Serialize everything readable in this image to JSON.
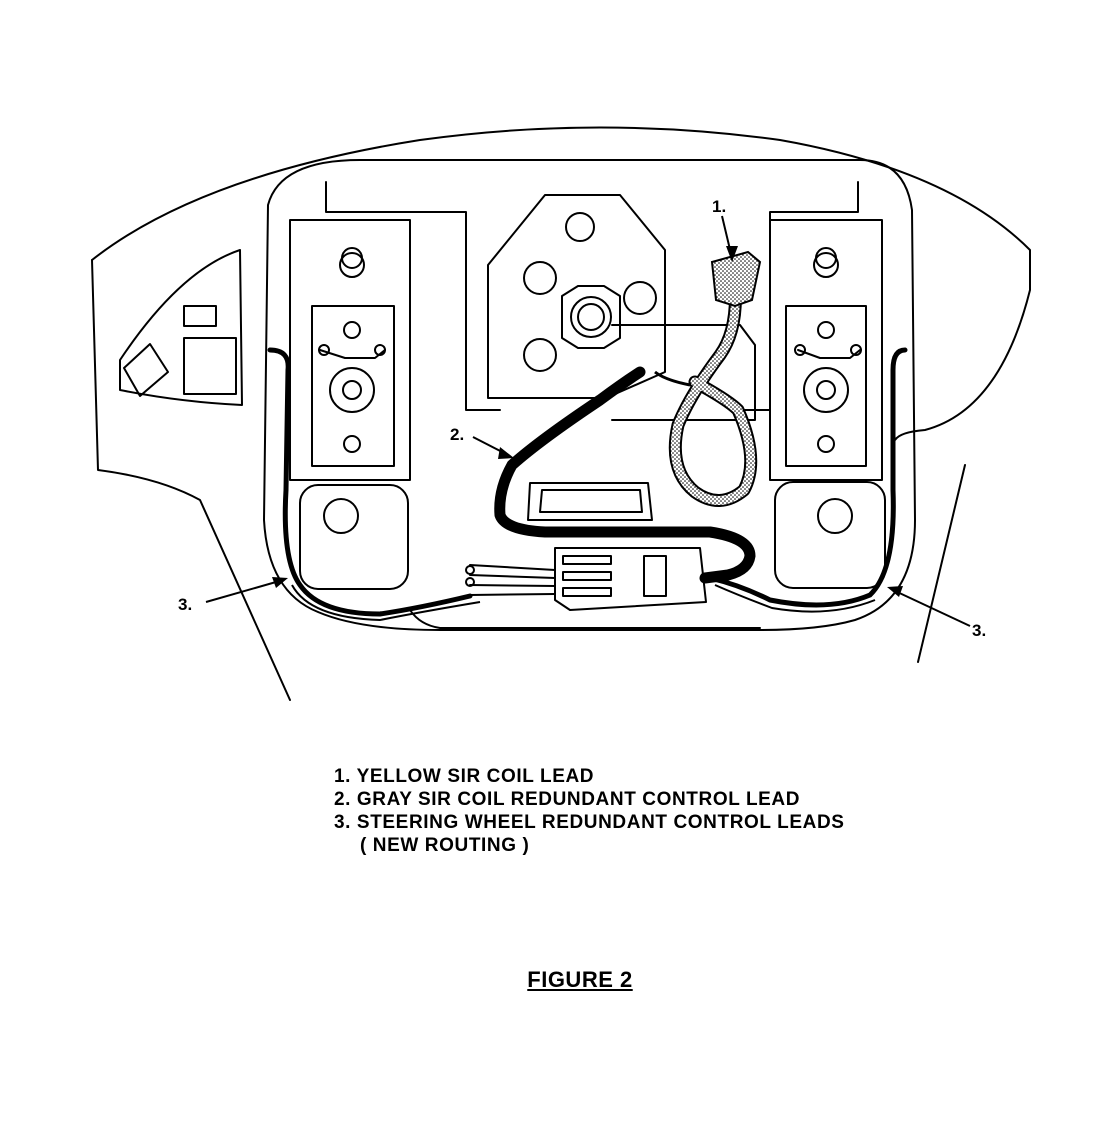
{
  "callouts": {
    "c1": "1.",
    "c2": "2.",
    "c3_left": "3.",
    "c3_right": "3."
  },
  "legend": {
    "items": [
      "1. YELLOW SIR COIL LEAD",
      "2. GRAY SIR COIL REDUNDANT CONTROL LEAD",
      "3. STEERING WHEEL REDUNDANT CONTROL LEADS"
    ],
    "item3_continuation": "( NEW ROUTING )"
  },
  "figure_title": "FIGURE 2",
  "colors": {
    "ink": "#000000",
    "paper": "#ffffff"
  }
}
